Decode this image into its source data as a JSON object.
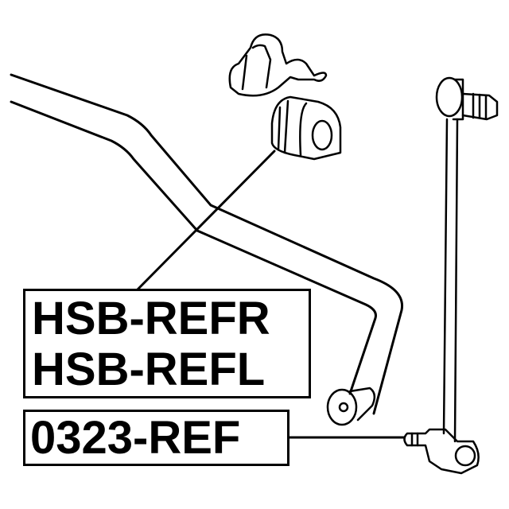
{
  "labels": {
    "bushing_part_right": "HSB-REFR",
    "bushing_part_left": "HSB-REFL",
    "link_part": "0323-REF"
  },
  "colors": {
    "line": "#000000",
    "background": "#ffffff"
  }
}
